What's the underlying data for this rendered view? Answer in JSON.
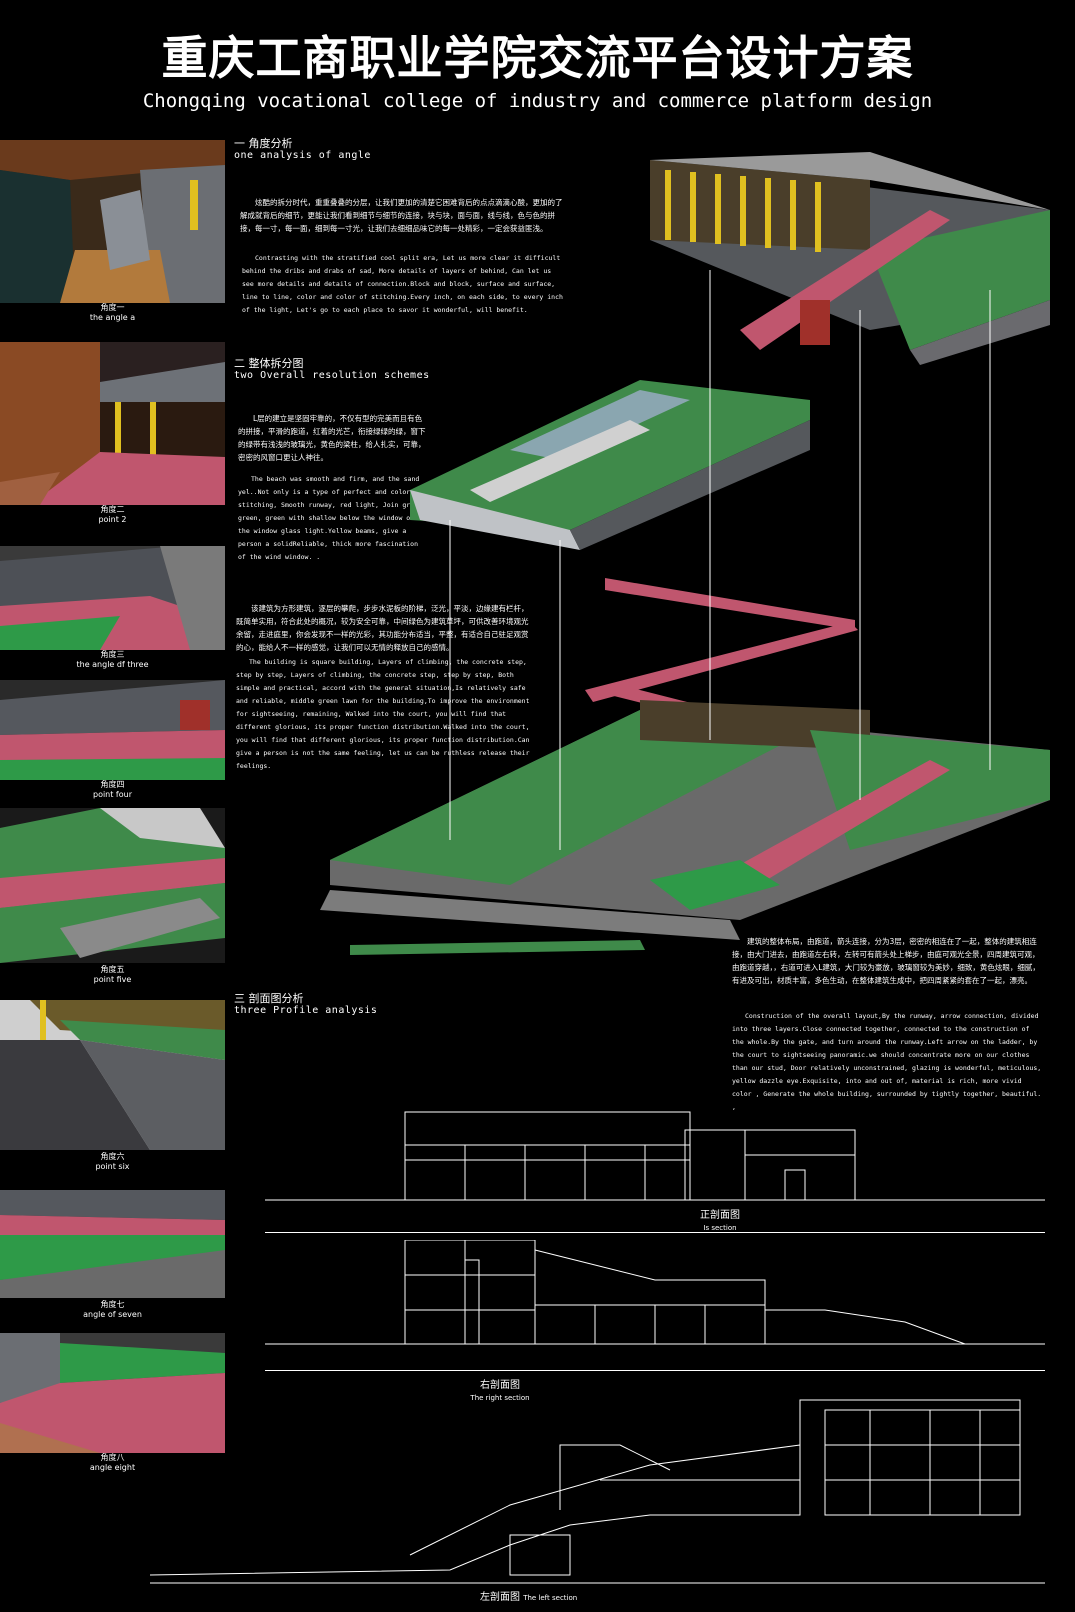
{
  "header": {
    "title_cn": "重庆工商职业学院交流平台设计方案",
    "title_en": "Chongqing vocational college of industry and commerce platform design"
  },
  "thumbnails": [
    {
      "cn": "角度一",
      "en": "the angle a"
    },
    {
      "cn": "角度二",
      "en": "point 2"
    },
    {
      "cn": "角度三",
      "en": "the angle df three"
    },
    {
      "cn": "角度四",
      "en": "point four"
    },
    {
      "cn": "角度五",
      "en": "point five"
    },
    {
      "cn": "角度六",
      "en": "point six"
    },
    {
      "cn": "角度七",
      "en": "angle of seven"
    },
    {
      "cn": "角度八",
      "en": "angle eight"
    }
  ],
  "sections": {
    "one": {
      "cn": "一   角度分析",
      "en": "one  analysis of angle",
      "para_cn": "炫酷的拆分时代，重重叠叠的分层，让我们更加的清楚它困难背后的点点滴滴心酸，更加的了解成就背后的细节，更能让我们看到细节与细节的连接，块与块，面与面，线与线，色与色的拼接，每一寸，每一面，细到每一寸光，让我们去细细品味它的每一处精彩，一定会获益匪浅。",
      "para_en": "Contrasting with the stratified cool split era, Let us more clear it difficult behind the dribs and drabs of sad, More details of layers of behind, Can let us see more details and details of connection.Block and block, surface and surface, line to line, color and color of stitching.Every inch, on each side, to every inch of the light, Let's go to each place to savor it wonderful, will benefit."
    },
    "two": {
      "cn": "二   整体拆分图",
      "en": "two  Overall resolution schemes",
      "para_cn": "L层的建立是坚固牢靠的，不仅有型的完美而且有色的拼接，平滑的跑道，红着的光芒，衔接绿绿的绿，窗下的绿带有浅浅的玻璃光，黄色的梁柱，给人扎实，可靠，密密的风窗口更让人神往。",
      "para_en": "The beach was smooth and firm, and the sand yel..Not only is a type of perfect and colored stitching, Smooth runway, red light, Join green green, green with shallow below the window on the window glass light.Yellow beams, give a person a solidReliable, thick more fascination of the wind window. .",
      "para2_cn": "该建筑为方形建筑，逐层的攀爬，步步水泥板的阶梯，泛光，平淡，边缘建有栏杆，既简单实用，符合此处的概况，较为安全可靠，中间绿色为建筑草坪，可供改善环境观光余留，走进庭里，你会发现不一样的光彩，其功能分布适当，平整，有适合自己驻足观赏的心，能给人不一样的感觉，让我们可以无情的释放自己的感情。",
      "para2_en": "The building is square building, Layers of climbing, the concrete step, step by step, Layers of climbing, the concrete step, step by step, Both simple and practical, accord with the general situation,Is relatively safe and reliable, middle green lawn for the building,To improve the environment for sightseeing, remaining, Walked into the court, you will find that different glorious, its proper function distribution.Walked into the court, you will find that different glorious, its proper function distribution.Can give a person is not the same feeling, let us can be ruthless release their feelings."
    },
    "three": {
      "cn": "三   剖面图分析",
      "en": "three  Profile analysis"
    },
    "layout": {
      "para_cn": "建筑的整体布局，由跑道，箭头连接，分为3层，密密的相连在了一起，整体的建筑相连接，由大门进去，由跑道左右转，左转可有箭头处上梯步，由庭可观光全景，四周建筑可观，由跑道穿越，，右道可进入L建筑，大门较为豪放，玻璃窗较为美妙，细致，黄色炫眼，细腻，有进及可出，材质丰富，多色生动，在整体建筑生成中，把四周紧紧的套在了一起，漂亮。",
      "para_en": "Construction of the overall layout,By the runway, arrow connection, divided into three layers.Close connected together, connected to the construction of the whole.By the gate, and turn around the runway.Left arrow on the ladder, by the court to sightseeing panoramic.we should concentrate more on our clothes than our stud, Door relatively unconstrained, glazing is wonderful, meticulous, yellow dazzle eye.Exquisite, into and out of, material is rich, more vivid color , Generate the whole building, surrounded by tightly together, beautiful. ,"
    }
  },
  "drawings": {
    "front": {
      "cn": "正剖面图",
      "en": "Is section"
    },
    "right": {
      "cn": "右剖面图",
      "en": "The right section"
    },
    "left": {
      "cn": "左剖面图",
      "en": "The left section"
    }
  },
  "colors": {
    "background": "#000000",
    "lawn": "#3f8a4a",
    "runway": "#c0566e",
    "beam": "#d8c23a",
    "stone": "#5a5a5e",
    "line": "#ffffff"
  }
}
